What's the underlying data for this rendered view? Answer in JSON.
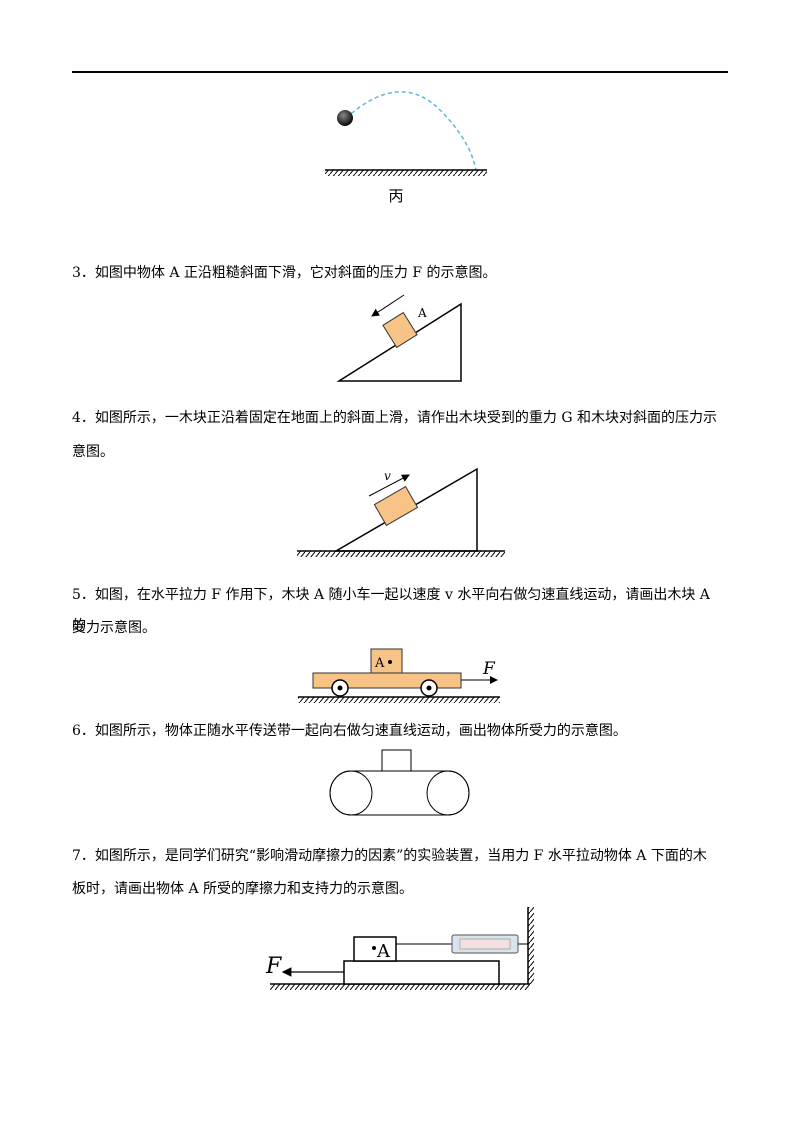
{
  "fig_bing": {
    "caption": "丙"
  },
  "q3": {
    "text": "3．如图中物体 A 正沿粗糙斜面下滑，它对斜面的压力 F 的示意图。",
    "label_a": "A"
  },
  "q4": {
    "line1": "4．如图所示，一木块正沿着固定在地面上的斜面上滑，请作出木块受到的重力 G 和木块对斜面的压力示",
    "line2": "意图。",
    "label_v": "v"
  },
  "q5": {
    "line1": "5．如图，在水平拉力 F 作用下，木块 A 随小车一起以速度 v 水平向右做匀速直线运动，请画出木块 A 的",
    "line2": "受力示意图。",
    "label_a": "A",
    "label_f": "F"
  },
  "q6": {
    "text": "6．如图所示，物体正随水平传送带一起向右做匀速直线运动，画出物体所受力的示意图。"
  },
  "q7": {
    "line1": "7．如图所示，是同学们研究“影响滑动摩擦力的因素”的实验装置，当用力 F 水平拉动物体 A 下面的木",
    "line2": "板时，请画出物体 A 所受的摩擦力和支持力的示意图。",
    "label_a": "A",
    "label_f": "F"
  },
  "colors": {
    "block": "#f7c387",
    "block_stroke": "#333333",
    "trajectory": "#5bb8d8"
  }
}
